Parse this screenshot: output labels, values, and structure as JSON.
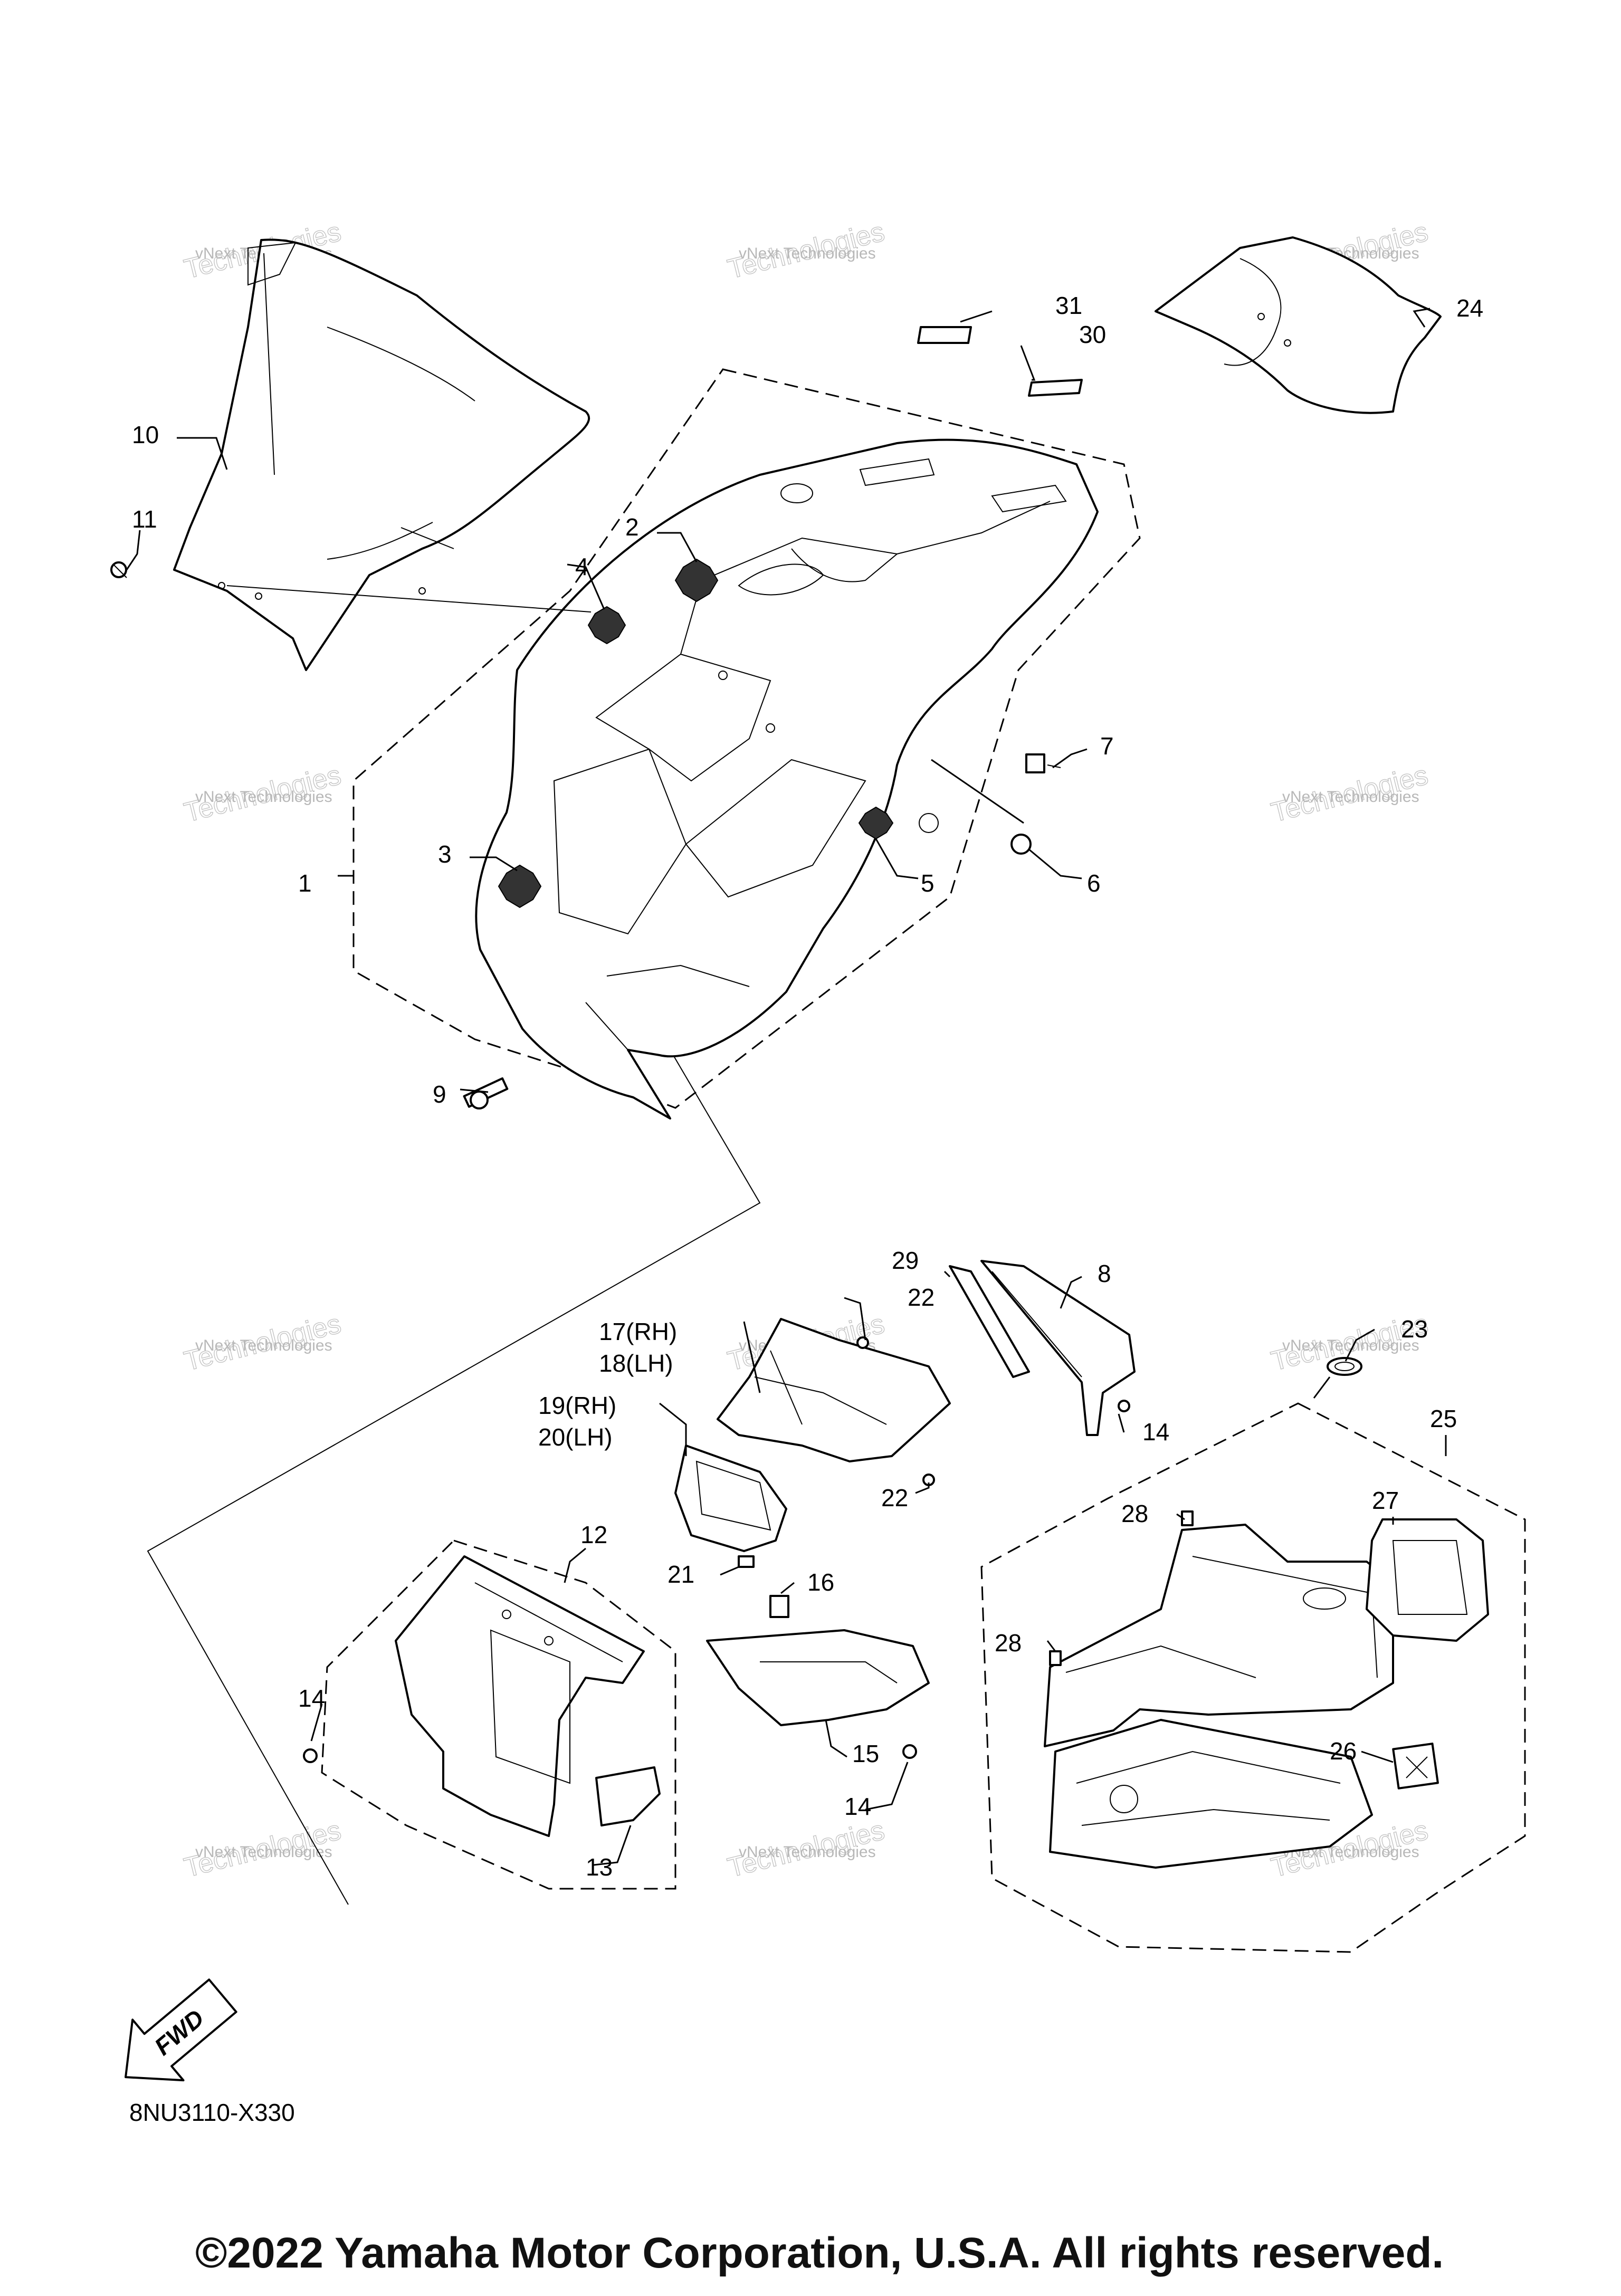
{
  "callouts": [
    {
      "n": "1",
      "label": "1"
    },
    {
      "n": "2",
      "label": "2"
    },
    {
      "n": "3",
      "label": "3"
    },
    {
      "n": "4",
      "label": "4"
    },
    {
      "n": "5",
      "label": "5"
    },
    {
      "n": "6",
      "label": "6"
    },
    {
      "n": "7",
      "label": "7"
    },
    {
      "n": "8",
      "label": "8"
    },
    {
      "n": "9",
      "label": "9"
    },
    {
      "n": "10",
      "label": "10"
    },
    {
      "n": "11",
      "label": "11"
    },
    {
      "n": "12",
      "label": "12"
    },
    {
      "n": "13",
      "label": "13"
    },
    {
      "n": "14a",
      "label": "14"
    },
    {
      "n": "14b",
      "label": "14"
    },
    {
      "n": "14c",
      "label": "14"
    },
    {
      "n": "15",
      "label": "15"
    },
    {
      "n": "16",
      "label": "16"
    },
    {
      "n": "17",
      "label": "17(RH)"
    },
    {
      "n": "18",
      "label": "18(LH)"
    },
    {
      "n": "19",
      "label": "19(RH)"
    },
    {
      "n": "20",
      "label": "20(LH)"
    },
    {
      "n": "21",
      "label": "21"
    },
    {
      "n": "22a",
      "label": "22"
    },
    {
      "n": "22b",
      "label": "22"
    },
    {
      "n": "23",
      "label": "23"
    },
    {
      "n": "24",
      "label": "24"
    },
    {
      "n": "25",
      "label": "25"
    },
    {
      "n": "26",
      "label": "26"
    },
    {
      "n": "27",
      "label": "27"
    },
    {
      "n": "28a",
      "label": "28"
    },
    {
      "n": "28b",
      "label": "28"
    },
    {
      "n": "29",
      "label": "29"
    },
    {
      "n": "30",
      "label": "30"
    },
    {
      "n": "31",
      "label": "31"
    }
  ],
  "watermark": {
    "line1": "vNext Technologies",
    "line2": "Technologies",
    "line3": "vNext"
  },
  "fwd_label": "FWD",
  "diagram_code": "8NU3110-X330",
  "copyright": "©2022 Yamaha Motor Corporation, U.S.A. All rights reserved."
}
